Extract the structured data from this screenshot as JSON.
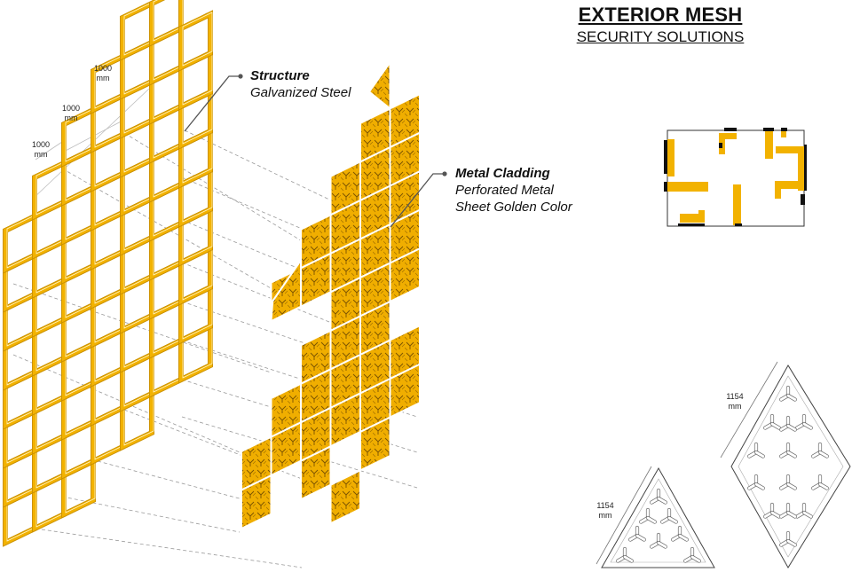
{
  "title": {
    "main": "EXTERIOR MESH",
    "sub": "SECURITY SOLUTIONS"
  },
  "callouts": {
    "structure": {
      "heading": "Structure",
      "lines": [
        "Galvanized Steel"
      ]
    },
    "cladding": {
      "heading": "Metal Cladding",
      "lines": [
        "Perforated Metal",
        "Sheet Golden Color"
      ]
    }
  },
  "dimensions": {
    "d1": {
      "value": "1000",
      "unit": "mm"
    },
    "d2": {
      "value": "1000",
      "unit": "mm"
    },
    "d3": {
      "value": "1000",
      "unit": "mm"
    },
    "triangle": {
      "value": "1154",
      "unit": "mm"
    },
    "rhombus": {
      "value": "1154",
      "unit": "mm"
    }
  },
  "colors": {
    "gold": "#f2b200",
    "gold_dark": "#d99a00",
    "line": "#777777",
    "black": "#111111"
  }
}
